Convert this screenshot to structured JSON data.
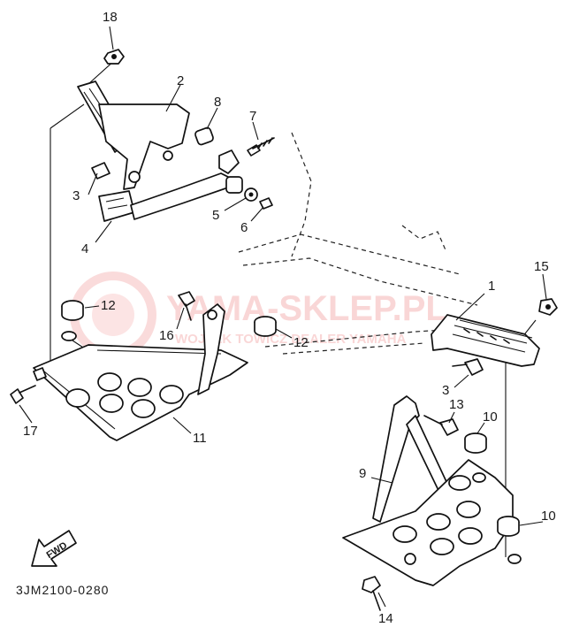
{
  "diagram": {
    "code": "3JM2100-0280",
    "fwd_label": "FWD",
    "watermark": {
      "main": "YAMA-SKLEP.PL",
      "sub": "WOJTEK TOWICZ DEALER YAMAHA"
    },
    "callouts": [
      {
        "id": "c1",
        "text": "1"
      },
      {
        "id": "c2",
        "text": "2"
      },
      {
        "id": "c3a",
        "text": "3"
      },
      {
        "id": "c3b",
        "text": "3"
      },
      {
        "id": "c4",
        "text": "4"
      },
      {
        "id": "c5",
        "text": "5"
      },
      {
        "id": "c6",
        "text": "6"
      },
      {
        "id": "c7",
        "text": "7"
      },
      {
        "id": "c8",
        "text": "8"
      },
      {
        "id": "c9",
        "text": "9"
      },
      {
        "id": "c10a",
        "text": "10"
      },
      {
        "id": "c10b",
        "text": "10"
      },
      {
        "id": "c11",
        "text": "11"
      },
      {
        "id": "c12a",
        "text": "12"
      },
      {
        "id": "c12b",
        "text": "12"
      },
      {
        "id": "c13",
        "text": "13"
      },
      {
        "id": "c14",
        "text": "14"
      },
      {
        "id": "c15",
        "text": "15"
      },
      {
        "id": "c16",
        "text": "16"
      },
      {
        "id": "c17",
        "text": "17"
      },
      {
        "id": "c18",
        "text": "18"
      }
    ],
    "colors": {
      "line": "#111111",
      "watermark": "#e84a4a"
    }
  }
}
